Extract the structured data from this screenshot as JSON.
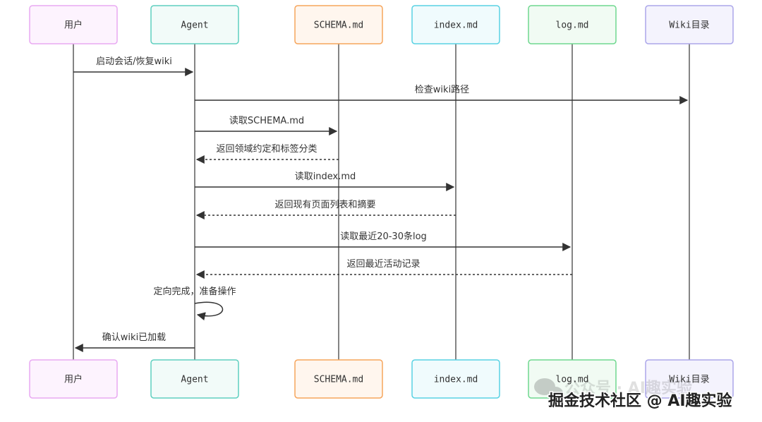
{
  "participants": [
    {
      "id": "user",
      "label": "用户",
      "stroke": "#e9a9f2",
      "fill": "#fdf3fe"
    },
    {
      "id": "agent",
      "label": "Agent",
      "stroke": "#5fcfbf",
      "fill": "#f2fbf9"
    },
    {
      "id": "schema",
      "label": "SCHEMA.md",
      "stroke": "#f6a55c",
      "fill": "#fff6ee"
    },
    {
      "id": "index",
      "label": "index.md",
      "stroke": "#58d2e3",
      "fill": "#f0fbfd"
    },
    {
      "id": "log",
      "label": "log.md",
      "stroke": "#6fd88f",
      "fill": "#f1fbf3"
    },
    {
      "id": "wiki",
      "label": "Wiki目录",
      "stroke": "#aba6ea",
      "fill": "#f4f3fd"
    }
  ],
  "messages": [
    {
      "from": "user",
      "to": "agent",
      "label": "启动会话/恢复wiki",
      "dashed": false
    },
    {
      "from": "agent",
      "to": "wiki",
      "label": "检查wiki路径",
      "dashed": false
    },
    {
      "from": "agent",
      "to": "schema",
      "label": "读取SCHEMA.md",
      "dashed": false
    },
    {
      "from": "schema",
      "to": "agent",
      "label": "返回领域约定和标签分类",
      "dashed": true
    },
    {
      "from": "agent",
      "to": "index",
      "label": "读取index.md",
      "dashed": false
    },
    {
      "from": "index",
      "to": "agent",
      "label": "返回现有页面列表和摘要",
      "dashed": true
    },
    {
      "from": "agent",
      "to": "log",
      "label": "读取最近20-30条log",
      "dashed": false
    },
    {
      "from": "log",
      "to": "agent",
      "label": "返回最近活动记录",
      "dashed": true
    },
    {
      "from": "agent",
      "to": "agent",
      "label": "定向完成，准备操作",
      "dashed": false
    },
    {
      "from": "agent",
      "to": "user",
      "label": "确认wiki已加载",
      "dashed": false
    }
  ],
  "watermark": {
    "text": "掘金技术社区 @ AI趣实验",
    "faded_text": "公众号 · AI趣实验"
  },
  "colors": {
    "line": "#333333",
    "text": "#333333"
  }
}
